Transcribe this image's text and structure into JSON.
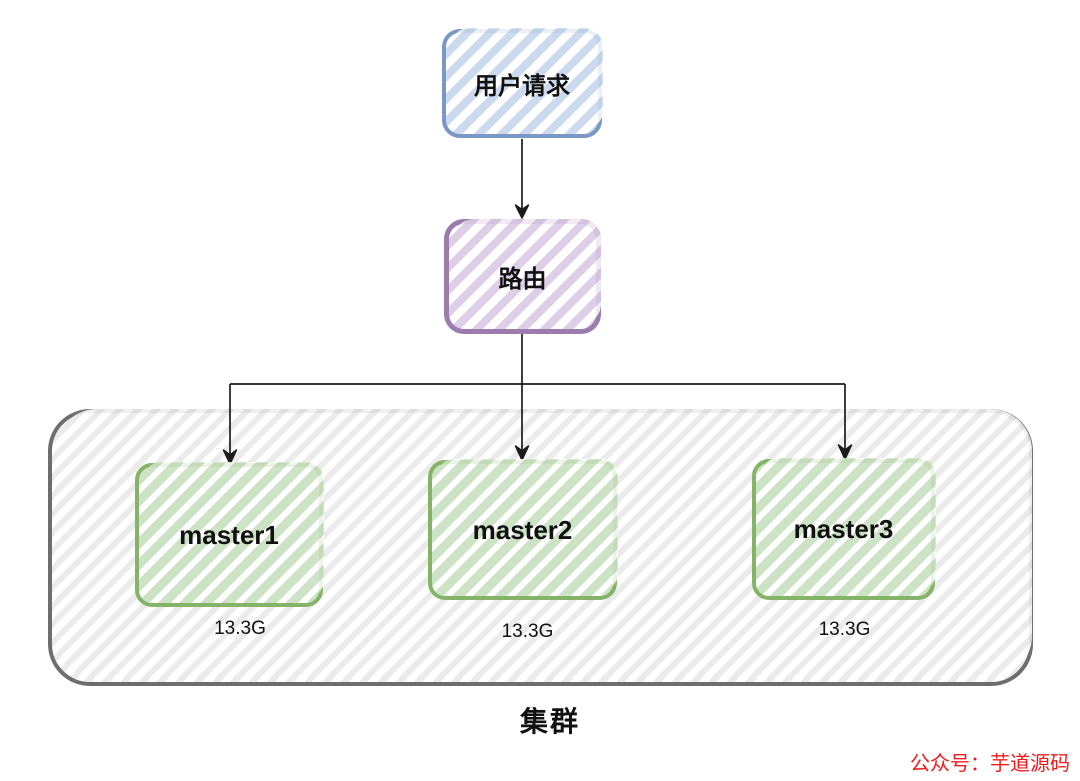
{
  "diagram": {
    "request_node": {
      "label": "用户请求"
    },
    "router_node": {
      "label": "路由"
    },
    "cluster": {
      "label": "集群",
      "masters": [
        {
          "label": "master1",
          "size": "13.3G"
        },
        {
          "label": "master2",
          "size": "13.3G"
        },
        {
          "label": "master3",
          "size": "13.3G"
        }
      ]
    },
    "watermark": "公众号：芋道源码",
    "colors": {
      "request_border": "#7b97c3",
      "request_stripe": "#ccdaf0",
      "router_border": "#9c7bae",
      "router_stripe": "#decfe9",
      "master_border": "#85b468",
      "master_stripe": "#cde3c5",
      "cluster_border": "#6e6e6e",
      "cluster_stripe": "#ebebeb",
      "arrow": "#1b1b1b",
      "watermark_text": "#ee1c1c"
    }
  }
}
